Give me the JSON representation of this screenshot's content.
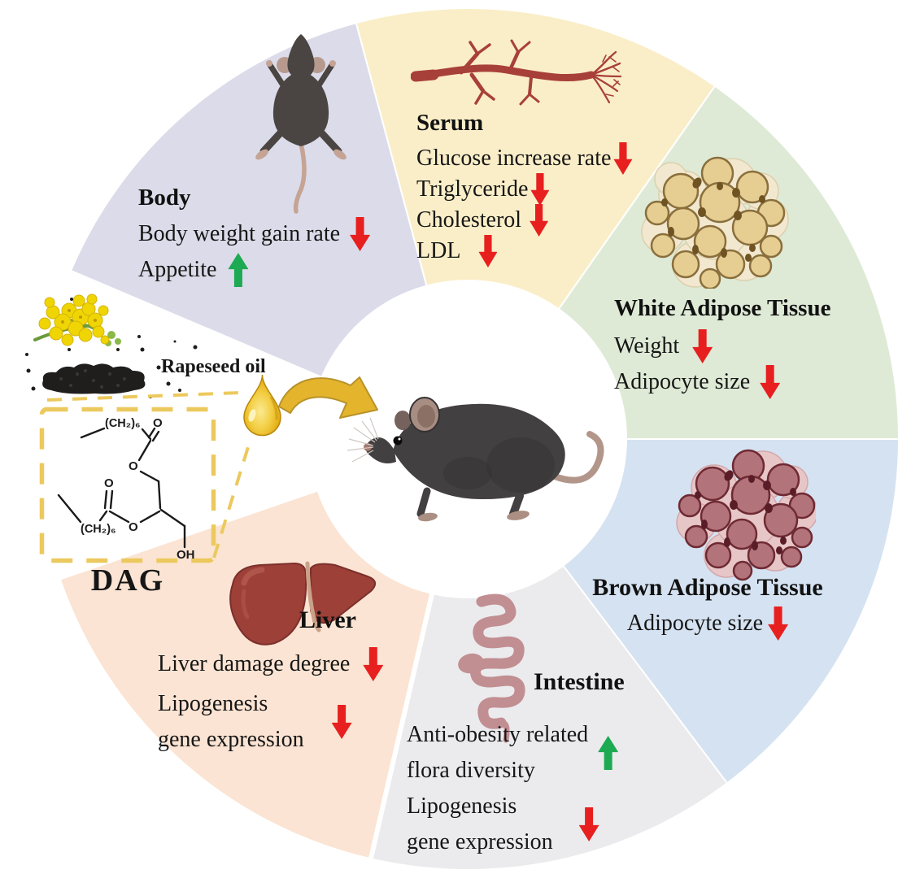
{
  "source": {
    "label": "Rapeseed oil",
    "compound": "DAG",
    "chem": {
      "chain_top": "(CH₂)₆",
      "chain_bottom": "(CH₂)₆",
      "carbonyl_o_top": "O",
      "ester_o_top": "O",
      "carbonyl_o_bottom": "O",
      "ester_o_bottom": "O",
      "hydroxyl": "OH"
    }
  },
  "sectors": [
    {
      "id": "body",
      "title": "Body",
      "color": "#dcdbe9",
      "items": [
        {
          "lines": [
            "Body weight gain rate"
          ],
          "direction": "down"
        },
        {
          "lines": [
            "Appetite"
          ],
          "direction": "up"
        }
      ]
    },
    {
      "id": "serum",
      "title": "Serum",
      "color": "#faeec8",
      "items": [
        {
          "lines": [
            "Glucose increase rate"
          ],
          "direction": "down"
        },
        {
          "lines": [
            "Triglyceride"
          ],
          "direction": "down"
        },
        {
          "lines": [
            "Cholesterol"
          ],
          "direction": "down"
        },
        {
          "lines": [
            "LDL"
          ],
          "direction": "down"
        }
      ]
    },
    {
      "id": "white-adipose",
      "title": "White Adipose Tissue",
      "color": "#deead6",
      "items": [
        {
          "lines": [
            "Weight"
          ],
          "direction": "down"
        },
        {
          "lines": [
            "Adipocyte size"
          ],
          "direction": "down"
        }
      ]
    },
    {
      "id": "brown-adipose",
      "title": "Brown Adipose Tissue",
      "color": "#d5e2f1",
      "items": [
        {
          "lines": [
            "Adipocyte size"
          ],
          "direction": "down"
        }
      ]
    },
    {
      "id": "intestine",
      "title": "Intestine",
      "color": "#ebebed",
      "items": [
        {
          "lines": [
            "Anti-obesity related",
            "flora diversity"
          ],
          "direction": "up"
        },
        {
          "lines": [
            "Lipogenesis",
            "gene expression"
          ],
          "direction": "down"
        }
      ]
    },
    {
      "id": "liver",
      "title": "Liver",
      "color": "#fbe4d3",
      "items": [
        {
          "lines": [
            "Liver damage degree"
          ],
          "direction": "down"
        },
        {
          "lines": [
            "Lipogenesis",
            "gene expression"
          ],
          "direction": "down"
        }
      ]
    }
  ],
  "illustrations": {
    "center": "mouse-side-view",
    "body": "mouse-top-view",
    "serum": "blood-vessel",
    "white_adipose": "white-adipocyte-cluster",
    "brown_adipose": "brown-adipocyte-cluster",
    "intestine": "intestine-coil",
    "liver": "liver-organ",
    "source": "rapeseed-flowers-and-seeds",
    "droplet": "oil-droplet",
    "feeding_arrow": "curved-gold-arrow"
  },
  "colors": {
    "arrow_up": "#1ea953",
    "arrow_down": "#e81f1f",
    "dag_box_dash": "#ecc95e",
    "oil_gold": "#e3b42c",
    "vessel_red": "#a8403a",
    "liver_red": "#9c4038",
    "background": "#ffffff"
  }
}
